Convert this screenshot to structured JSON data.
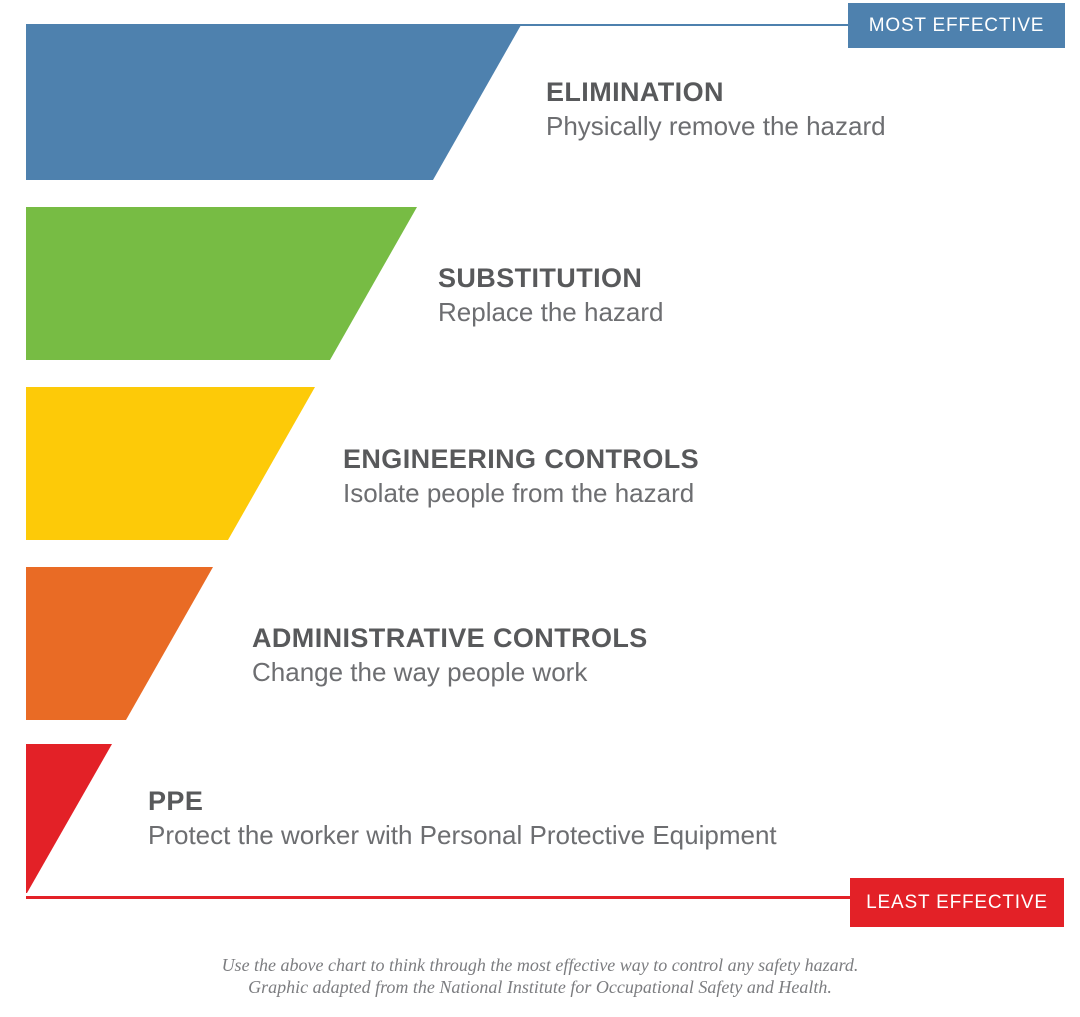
{
  "badges": {
    "most_effective": {
      "label": "MOST EFFECTIVE",
      "color": "#4E81AE"
    },
    "least_effective": {
      "label": "LEAST EFFECTIVE",
      "color": "#E32127"
    }
  },
  "levels": [
    {
      "name": "ELIMINATION",
      "description": "Physically remove the hazard",
      "color": "#4E81AE"
    },
    {
      "name": "SUBSTITUTION",
      "description": "Replace the hazard",
      "color": "#77BC44"
    },
    {
      "name": "ENGINEERING CONTROLS",
      "description": "Isolate people from the hazard",
      "color": "#FDCA08"
    },
    {
      "name": "ADMINISTRATIVE CONTROLS",
      "description": "Change the way people work",
      "color": "#E96B25"
    },
    {
      "name": "PPE",
      "description": "Protect the worker with Personal Protective Equipment",
      "color": "#E32127"
    }
  ],
  "caption": {
    "line1": "Use the above chart to think through the most effective way to control any safety hazard.",
    "line2": "Graphic adapted from the National Institute for Occupational Safety and Health."
  },
  "text_colors": {
    "level_title": "#58595B",
    "level_description": "#6D6E71",
    "caption": "#7C7D80"
  }
}
